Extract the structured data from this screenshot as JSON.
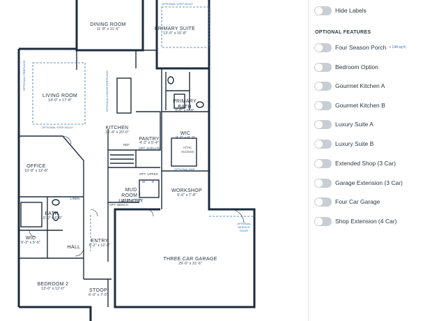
{
  "options_panel": {
    "hide_labels": "Hide Labels",
    "section_title": "OPTIONAL FEATURES",
    "features": [
      {
        "label": "Four Season Porch",
        "extra": "+ 144 sq ft"
      },
      {
        "label": "Bedroom Option",
        "extra": ""
      },
      {
        "label": "Gourmet Kitchen A",
        "extra": ""
      },
      {
        "label": "Gourmet Kitchen B",
        "extra": ""
      },
      {
        "label": "Luxury Suite A",
        "extra": ""
      },
      {
        "label": "Luxury Suite B",
        "extra": ""
      },
      {
        "label": "Extended Shop (3 Car)",
        "extra": ""
      },
      {
        "label": "Garage Extension (3 Car)",
        "extra": ""
      },
      {
        "label": "Four Car Garage",
        "extra": ""
      },
      {
        "label": "Shop Extension (4 Car)",
        "extra": ""
      }
    ]
  },
  "plan": {
    "rooms": {
      "dining": {
        "name": "DINING ROOM",
        "dim": "11'-8\" x 11'-6\""
      },
      "primary_suite": {
        "name": "PRIMARY SUITE",
        "dim": "13'-0\" x 15'-8\""
      },
      "living": {
        "name": "LIVING ROOM",
        "dim": "14'-0\" x 17'-8\""
      },
      "primary_bath": {
        "name": "PRIMARY BATH",
        "dim": "9'-6\" x 6'-8\""
      },
      "kitchen": {
        "name": "KITCHEN",
        "dim": "16'-4\" x 20'-0\""
      },
      "pantry": {
        "name": "PANTRY",
        "dim": "4'-2\" x 5'-4\""
      },
      "wic_primary": {
        "name": "WIC",
        "dim": "9'-6\" x 9'-2\""
      },
      "office": {
        "name": "OFFICE",
        "dim": "10'-8\" x 12'-8\""
      },
      "workshop": {
        "name": "WORKSHOP",
        "dim": "9'-6\" x 7'-8\""
      },
      "mudroom": {
        "name": "MUD ROOM / LAUNDRY",
        "dim": "10'-8\" x 7'-2\""
      },
      "bath": {
        "name": "BATH",
        "dim": "10'-0\" x 6'-0\""
      },
      "wic_small": {
        "name": "WIC",
        "dim": "5'-3\" x 5'-6\""
      },
      "hall": {
        "name": "HALL",
        "dim": ""
      },
      "entry": {
        "name": "ENTRY",
        "dim": "6'-2\" x 12'-8\""
      },
      "garage": {
        "name": "THREE CAR GARAGE",
        "dim": "29'-0\" x 31'-6\""
      },
      "bedroom2": {
        "name": "BEDROOM 2",
        "dim": "13'-0\" x 12'-0\""
      },
      "stoop": {
        "name": "STOOP",
        "dim": "6'-0\" x 7'-0\""
      }
    },
    "labels": {
      "ref": "REF",
      "wd": "W",
      "dryer": "D",
      "linen": "LINEN",
      "opt_shelving": "OPT. SHELVING",
      "opt_bench": "OPT. BENCH",
      "opt_upper": "OPT. UPPER",
      "attic": "ATTIC ACCESS",
      "opt_step_vault": "OPTIONAL STEP VAULT",
      "opt_service_door": "OPTIONAL SERVICE DOOR",
      "opt_bar": "OPTIONAL BAR",
      "opt_fireplace": "OPTIONAL FIREPLACE",
      "opt_linear_fp": "OPTIONAL LINEAR FIREPLACE"
    }
  }
}
